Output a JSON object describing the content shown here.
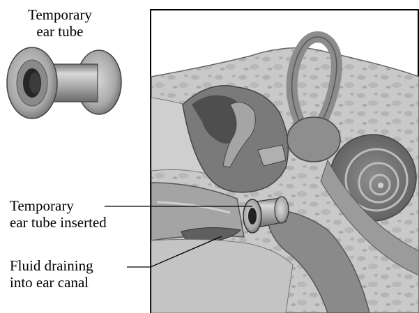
{
  "labels": {
    "ear_tube": [
      "Temporary",
      "ear tube"
    ],
    "tube_inserted": [
      "Temporary",
      "ear tube inserted"
    ],
    "fluid_draining": [
      "Fluid draining",
      "into ear canal"
    ]
  }
}
